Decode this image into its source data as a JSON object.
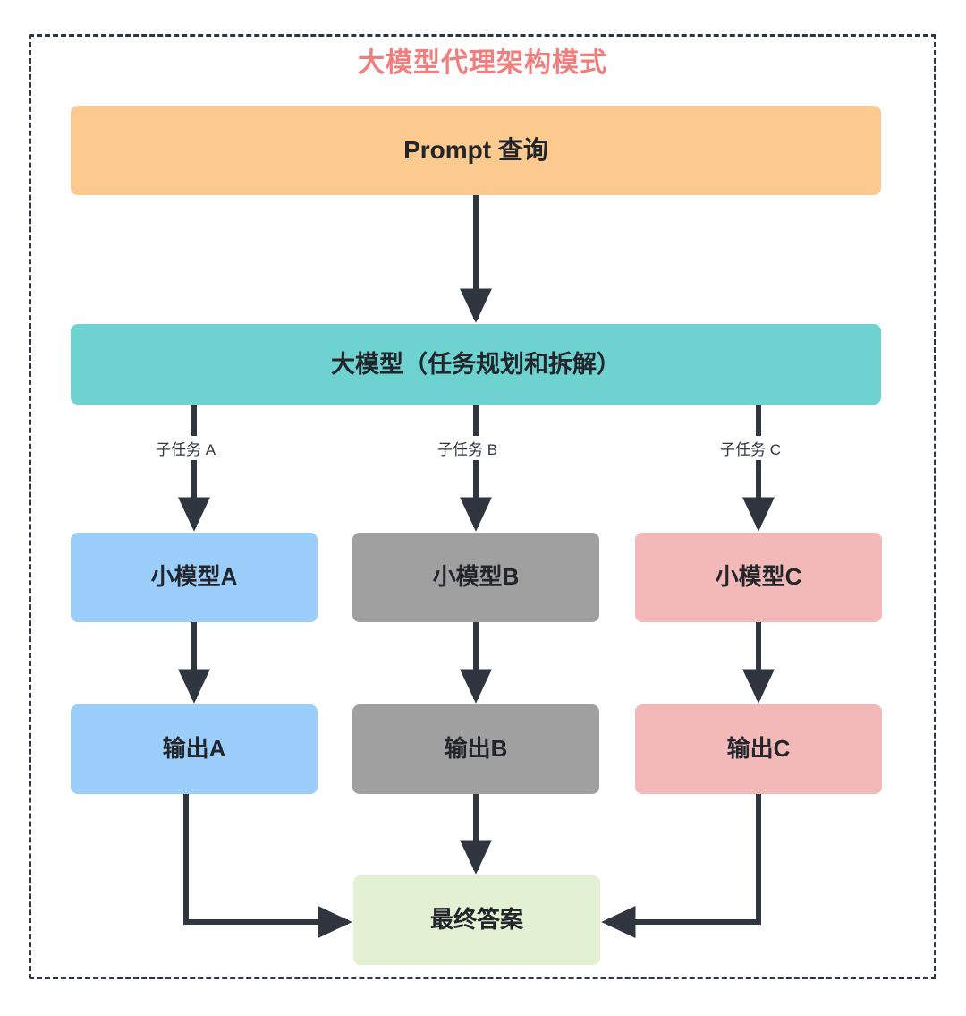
{
  "diagram": {
    "title": "大模型代理架构模式",
    "title_color": "#ef7e7c",
    "frame_style": "dashed",
    "nodes": {
      "prompt": {
        "label": "Prompt 查询",
        "color": "#fcc98e"
      },
      "llm": {
        "label": "大模型（任务规划和拆解）",
        "color": "#6ed3d0"
      },
      "small_a": {
        "label": "小模型A",
        "color": "#9ccefb"
      },
      "small_b": {
        "label": "小模型B",
        "color": "#a0a0a0"
      },
      "small_c": {
        "label": "小模型C",
        "color": "#f3b9b9"
      },
      "out_a": {
        "label": "输出A",
        "color": "#9ccefb"
      },
      "out_b": {
        "label": "输出B",
        "color": "#a0a0a0"
      },
      "out_c": {
        "label": "输出C",
        "color": "#f3b9b9"
      },
      "final": {
        "label": "最终答案",
        "color": "#e2f0d4"
      }
    },
    "edge_labels": {
      "subtask_a": "子任务 A",
      "subtask_b": "子任务 B",
      "subtask_c": "子任务 C"
    },
    "arrow_color": "#2f3640"
  }
}
